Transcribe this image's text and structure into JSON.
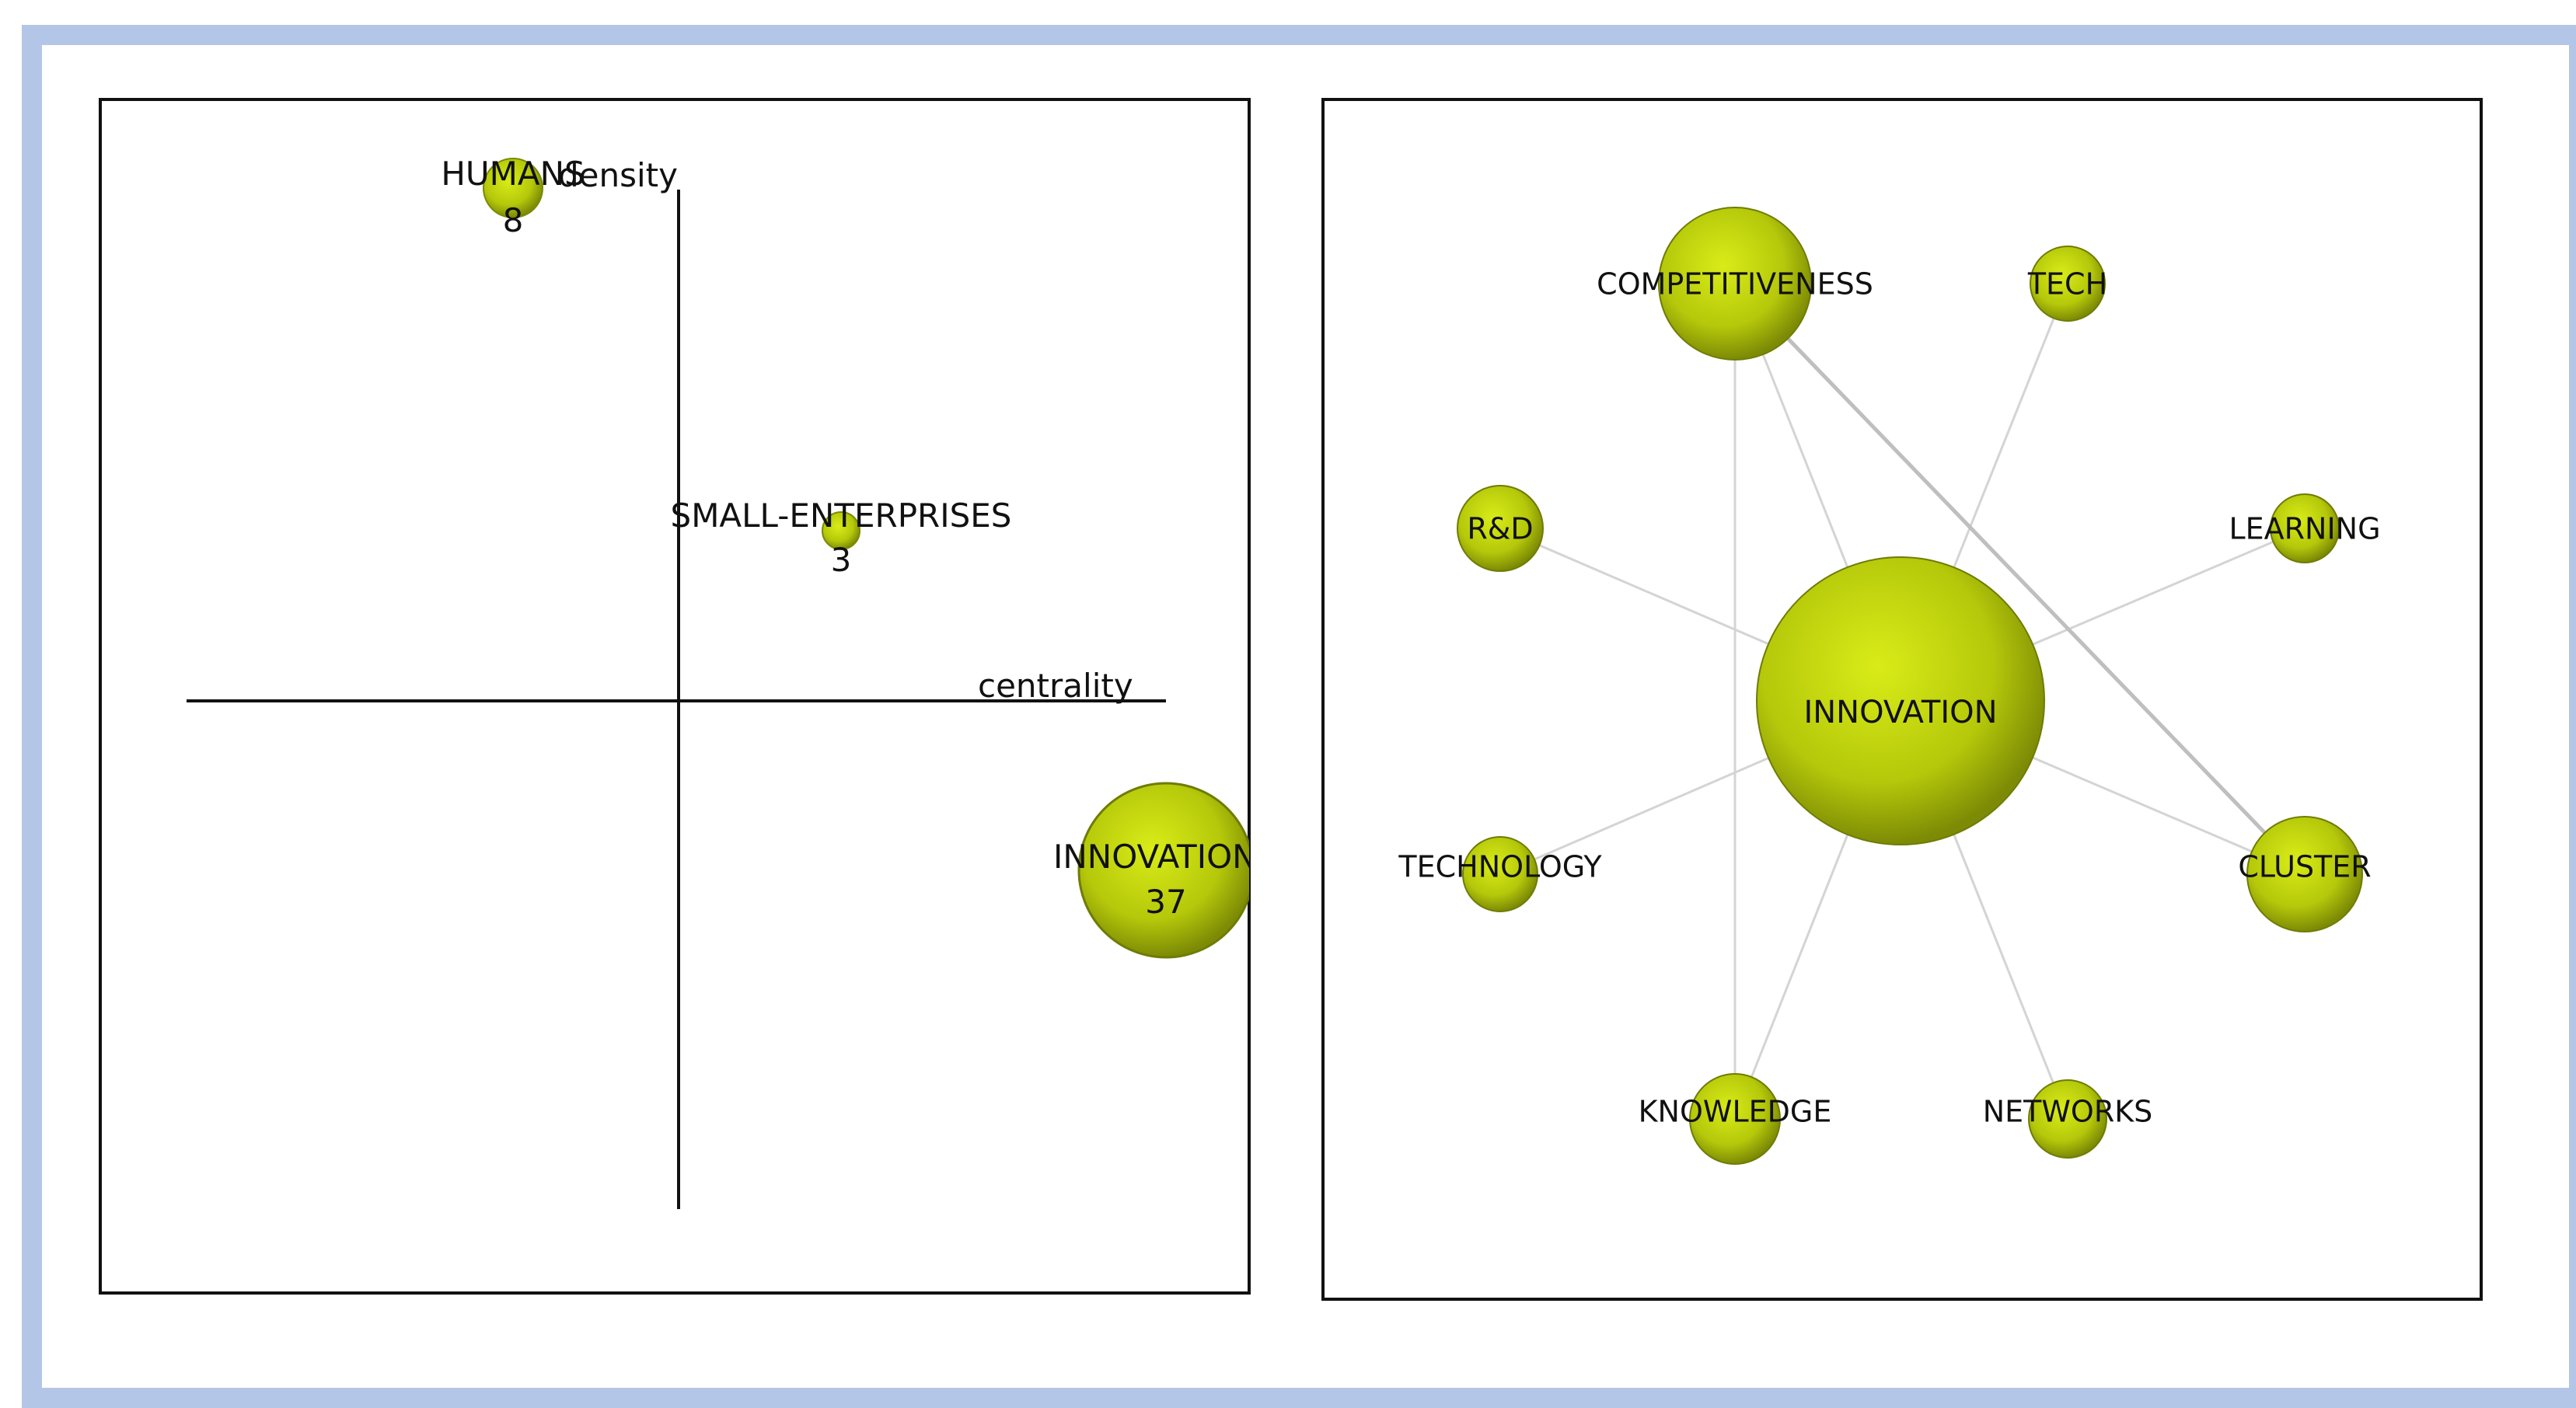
{
  "colors": {
    "frame_border": "#b3c6e7",
    "node_light": "#d9ec18",
    "node_mid": "#b5c80a",
    "node_dark": "#7c8a05",
    "edge": "#d4d4d4",
    "axis": "#111111"
  },
  "strategic_diagram": {
    "axis_labels": {
      "horizontal": "centrality",
      "vertical": "density"
    },
    "themes": [
      {
        "id": "humans",
        "label": "HUMANS",
        "count": "8"
      },
      {
        "id": "small-enterprises",
        "label": "SMALL-ENTERPRISES",
        "count": "3"
      },
      {
        "id": "innovation",
        "label": "INNOVATION",
        "count": "37"
      }
    ]
  },
  "network": {
    "center": "INNOVATION",
    "nodes": [
      {
        "id": "innovation",
        "label": "INNOVATION",
        "size": "large"
      },
      {
        "id": "competitiveness",
        "label": "COMPETITIVENESS",
        "size": "medium"
      },
      {
        "id": "tech",
        "label": "TECH",
        "size": "small"
      },
      {
        "id": "rd",
        "label": "R&D",
        "size": "small"
      },
      {
        "id": "learning",
        "label": "LEARNING",
        "size": "small"
      },
      {
        "id": "technology",
        "label": "TECHNOLOGY",
        "size": "small"
      },
      {
        "id": "cluster",
        "label": "CLUSTER",
        "size": "small"
      },
      {
        "id": "knowledge",
        "label": "KNOWLEDGE",
        "size": "small"
      },
      {
        "id": "networks",
        "label": "NETWORKS",
        "size": "small"
      }
    ],
    "edges": [
      [
        "innovation",
        "competitiveness"
      ],
      [
        "innovation",
        "tech"
      ],
      [
        "innovation",
        "rd"
      ],
      [
        "innovation",
        "learning"
      ],
      [
        "innovation",
        "technology"
      ],
      [
        "innovation",
        "cluster"
      ],
      [
        "innovation",
        "knowledge"
      ],
      [
        "innovation",
        "networks"
      ],
      [
        "competitiveness",
        "knowledge"
      ],
      [
        "competitiveness",
        "cluster"
      ]
    ]
  }
}
